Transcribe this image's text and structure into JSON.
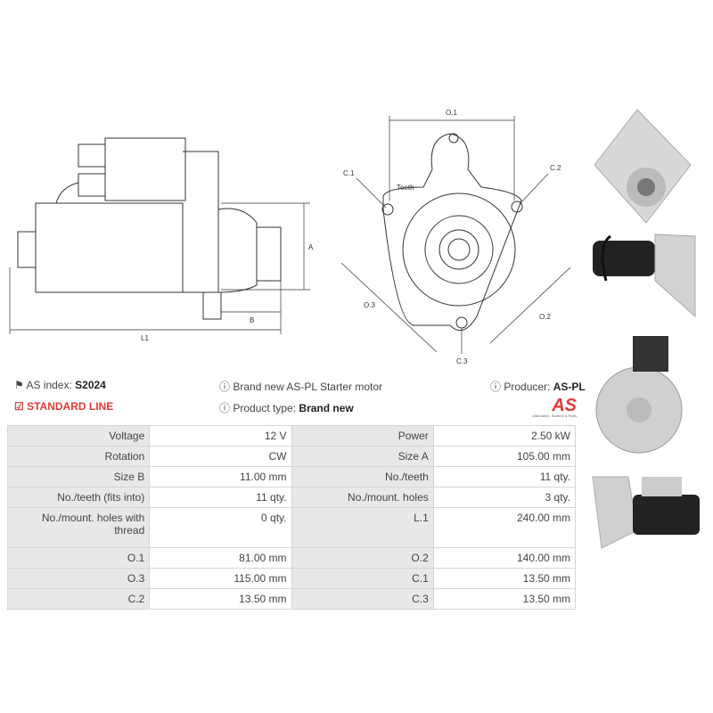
{
  "diagram_labels": {
    "a": "A",
    "b": "B",
    "l1": "L1",
    "o1": "O.1",
    "o2": "O.2",
    "o3": "O.3",
    "c1": "C.1",
    "c2": "C.2",
    "c3": "C.3",
    "teeth": "Teeth"
  },
  "info": {
    "as_index_label": "AS index:",
    "as_index_value": "S2024",
    "description": "Brand new AS-PL Starter motor",
    "producer_label": "Producer:",
    "producer_value": "AS-PL",
    "line": "STANDARD LINE",
    "product_type_label": "Product type:",
    "product_type_value": "Brand new"
  },
  "logo": {
    "text": "AS",
    "tagline": "Alternators, Starters & Parts"
  },
  "specs": [
    [
      "Voltage",
      "12 V",
      "Power",
      "2.50 kW"
    ],
    [
      "Rotation",
      "CW",
      "Size A",
      "105.00 mm"
    ],
    [
      "Size B",
      "11.00 mm",
      "No./teeth",
      "11 qty."
    ],
    [
      "No./teeth (fits into)",
      "11 qty.",
      "No./mount. holes",
      "3 qty."
    ],
    [
      "No./mount. holes with thread",
      "0 qty.",
      "L.1",
      "240.00 mm"
    ],
    [
      "O.1",
      "81.00 mm",
      "O.2",
      "140.00 mm"
    ],
    [
      "O.3",
      "115.00 mm",
      "C.1",
      "13.50 mm"
    ],
    [
      "C.2",
      "13.50 mm",
      "C.3",
      "13.50 mm"
    ]
  ],
  "colors": {
    "accent": "#e53935",
    "header_cell": "#e8e8e8"
  }
}
